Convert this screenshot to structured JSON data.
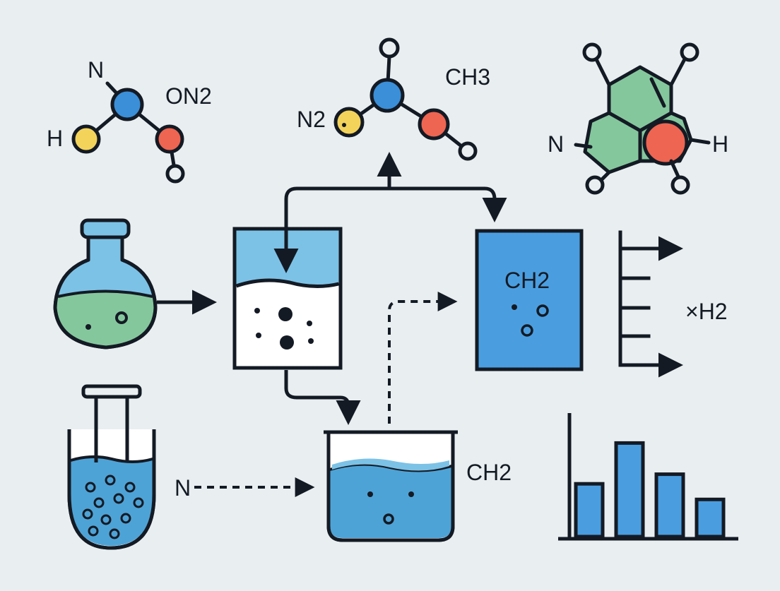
{
  "labels": {
    "mol1_n": "N",
    "mol1_on2": "ON2",
    "mol1_h": "H",
    "mol2_ch3": "CH3",
    "mol2_n2": "N2",
    "mol3_n": "N",
    "mol3_h": "H",
    "tank_label": "CH2",
    "beaker_label": "CH2",
    "output_label": "×H2",
    "tube_label": "N"
  },
  "colors": {
    "ink": "#141a24",
    "blue_atom": "#3a8fd8",
    "yellow_atom": "#f3d35a",
    "red_atom": "#ee6551",
    "green": "#85c79d",
    "liquid_light": "#7cc2e6",
    "liquid_mid": "#4ea3d6",
    "tank_fill": "#4a9ee0",
    "background": "#e9eef0"
  },
  "icons": [
    "molecule-icon",
    "ring-molecule-icon",
    "flask-icon",
    "test-tube-icon",
    "tank-icon",
    "beaker-icon",
    "bar-chart-icon",
    "arrow-icon"
  ],
  "bar_chart": {
    "relative_heights": [
      0.44,
      0.78,
      0.52,
      0.31
    ]
  }
}
